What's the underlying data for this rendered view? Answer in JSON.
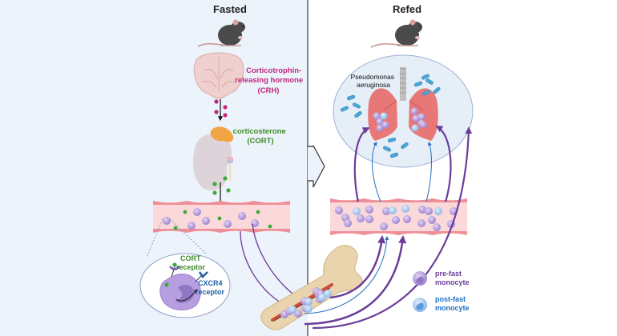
{
  "panels": {
    "left": {
      "title": "Fasted",
      "background": "#edf3fb"
    },
    "right": {
      "title": "Refed",
      "background": "#ffffff"
    }
  },
  "labels": {
    "crh": [
      "Corticotrophin-",
      "releasing hormone",
      "(CRH)"
    ],
    "cort": [
      "corticosterone",
      "(CORT)"
    ],
    "cort_receptor": [
      "CORT",
      "receptor"
    ],
    "cxcr4_receptor": [
      "CXCR4",
      "receptor"
    ],
    "pathogen": [
      "Pseudomonas",
      "aeruginosa"
    ]
  },
  "legend": {
    "items": [
      {
        "label_lines": [
          "pre-fast",
          "monocyte"
        ],
        "color": "#6a3d9a"
      },
      {
        "label_lines": [
          "post-fast",
          "monocyte"
        ],
        "color": "#1f6fc0"
      }
    ]
  },
  "colors": {
    "crh": "#c0267e",
    "cort": "#3f8a2a",
    "cxcr4": "#1f5fa8",
    "pre_fast": "#6a3d9a",
    "post_fast": "#1f6fc0",
    "divider": "#444444",
    "vessel_fill": "#fbd8da",
    "vessel_wall": "#ee8f97"
  }
}
